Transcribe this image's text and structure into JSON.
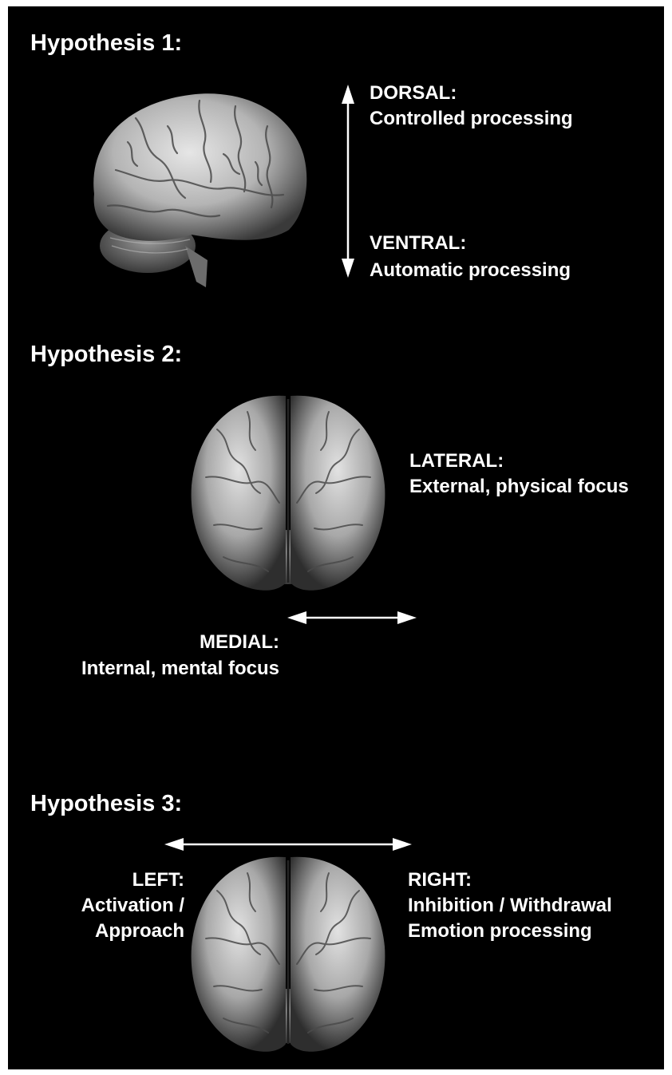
{
  "colors": {
    "background": "#000000",
    "text": "#ffffff",
    "frame": "#ffffff",
    "brain_light": "#d9d9d9",
    "brain_dark": "#3a3a3a"
  },
  "hypothesis1": {
    "title": "Hypothesis 1:",
    "dorsal": {
      "head": "DORSAL:",
      "desc": "Controlled processing"
    },
    "ventral": {
      "head": "VENTRAL:",
      "desc": "Automatic processing"
    }
  },
  "hypothesis2": {
    "title": "Hypothesis 2:",
    "lateral": {
      "head": "LATERAL:",
      "desc": "External, physical focus"
    },
    "medial": {
      "head": "MEDIAL:",
      "desc": "Internal, mental focus"
    }
  },
  "hypothesis3": {
    "title": "Hypothesis 3:",
    "left": {
      "head": "LEFT:",
      "line1": "Activation /",
      "line2": "Approach"
    },
    "right": {
      "head": "RIGHT:",
      "line1": "Inhibition / Withdrawal",
      "line2": "Emotion processing"
    }
  }
}
